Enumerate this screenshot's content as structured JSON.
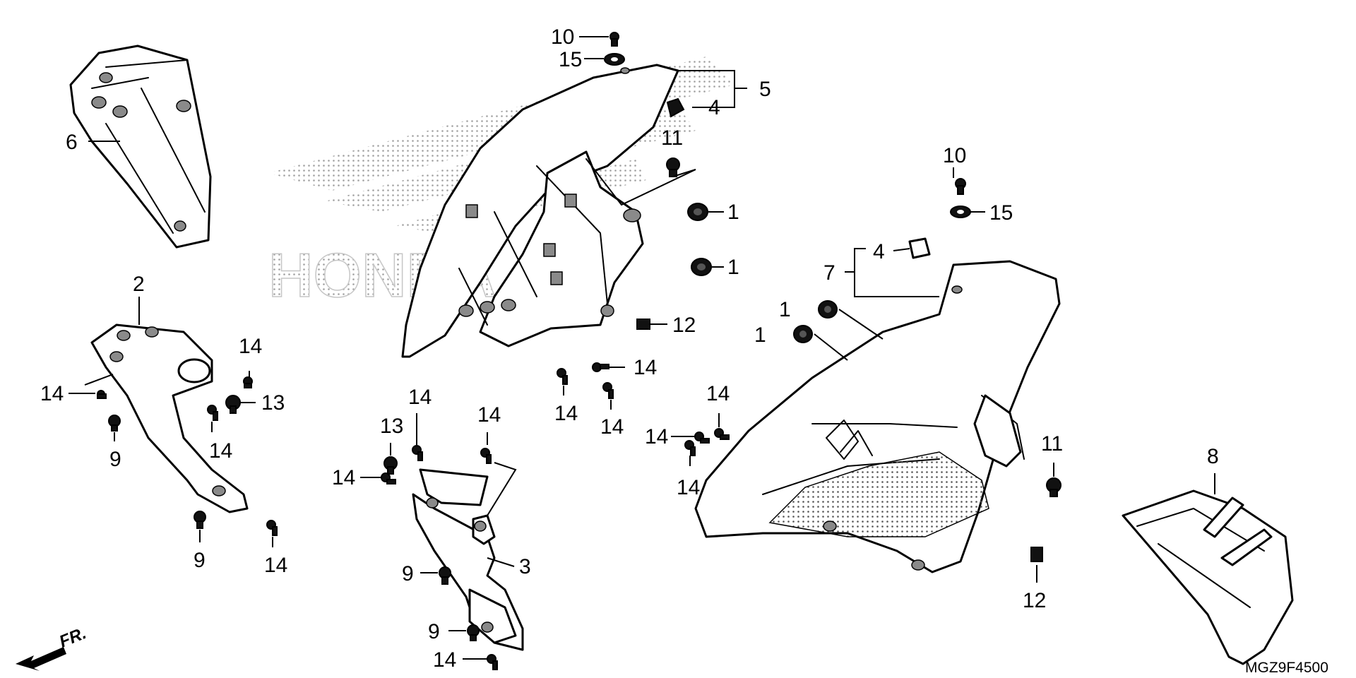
{
  "diagram": {
    "type": "exploded-parts-diagram",
    "watermark": "HONDA",
    "drawing_code": "MGZ9F4500",
    "direction_label": "FR.",
    "callouts": [
      {
        "id": "c10a",
        "num": "10"
      },
      {
        "id": "c15a",
        "num": "15"
      },
      {
        "id": "c5",
        "num": "5"
      },
      {
        "id": "c4a",
        "num": "4"
      },
      {
        "id": "c11a",
        "num": "11"
      },
      {
        "id": "c1a",
        "num": "1"
      },
      {
        "id": "c1b",
        "num": "1"
      },
      {
        "id": "c12a",
        "num": "12"
      },
      {
        "id": "c14a",
        "num": "14"
      },
      {
        "id": "c14b",
        "num": "14"
      },
      {
        "id": "c14c",
        "num": "14"
      },
      {
        "id": "c6",
        "num": "6"
      },
      {
        "id": "c2",
        "num": "2"
      },
      {
        "id": "c14d",
        "num": "14"
      },
      {
        "id": "c14e",
        "num": "14"
      },
      {
        "id": "c13a",
        "num": "13"
      },
      {
        "id": "c14f",
        "num": "14"
      },
      {
        "id": "c9a",
        "num": "9"
      },
      {
        "id": "c9b",
        "num": "9"
      },
      {
        "id": "c14g",
        "num": "14"
      },
      {
        "id": "c14h",
        "num": "14"
      },
      {
        "id": "c13b",
        "num": "13"
      },
      {
        "id": "c14i",
        "num": "14"
      },
      {
        "id": "c14j",
        "num": "14"
      },
      {
        "id": "c3",
        "num": "3"
      },
      {
        "id": "c9c",
        "num": "9"
      },
      {
        "id": "c9d",
        "num": "9"
      },
      {
        "id": "c14k",
        "num": "14"
      },
      {
        "id": "c10b",
        "num": "10"
      },
      {
        "id": "c15b",
        "num": "15"
      },
      {
        "id": "c4b",
        "num": "4"
      },
      {
        "id": "c7",
        "num": "7"
      },
      {
        "id": "c1c",
        "num": "1"
      },
      {
        "id": "c1d",
        "num": "1"
      },
      {
        "id": "c14l",
        "num": "14"
      },
      {
        "id": "c14m",
        "num": "14"
      },
      {
        "id": "c14n",
        "num": "14"
      },
      {
        "id": "c11b",
        "num": "11"
      },
      {
        "id": "c12b",
        "num": "12"
      },
      {
        "id": "c8",
        "num": "8"
      }
    ]
  }
}
